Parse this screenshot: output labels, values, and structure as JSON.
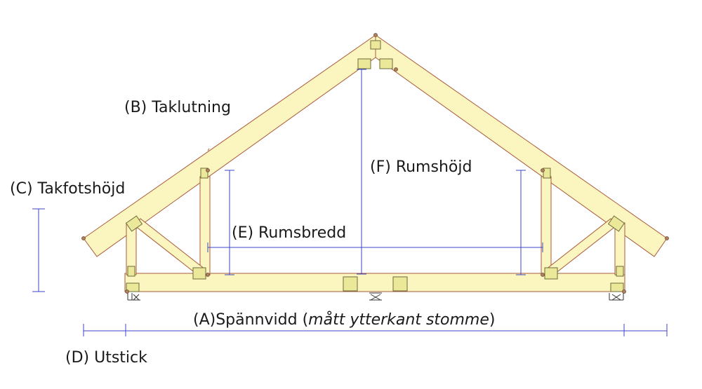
{
  "labels": {
    "a_prefix": "(A)Spännvidd (",
    "a_italic": "mått ytterkant stomme",
    "a_suffix": ")",
    "b": "(B) Taklutning",
    "c": "(C) Takfotshöjd",
    "d": "(D) Utstick",
    "e": "(E) Rumsbredd",
    "f": "(F) Rumshöjd"
  },
  "colors": {
    "timber_fill": "#fbf6c0",
    "timber_edge": "#a85a3a",
    "dimension_line": "#3c46c8",
    "text": "#1a1a1a"
  }
}
